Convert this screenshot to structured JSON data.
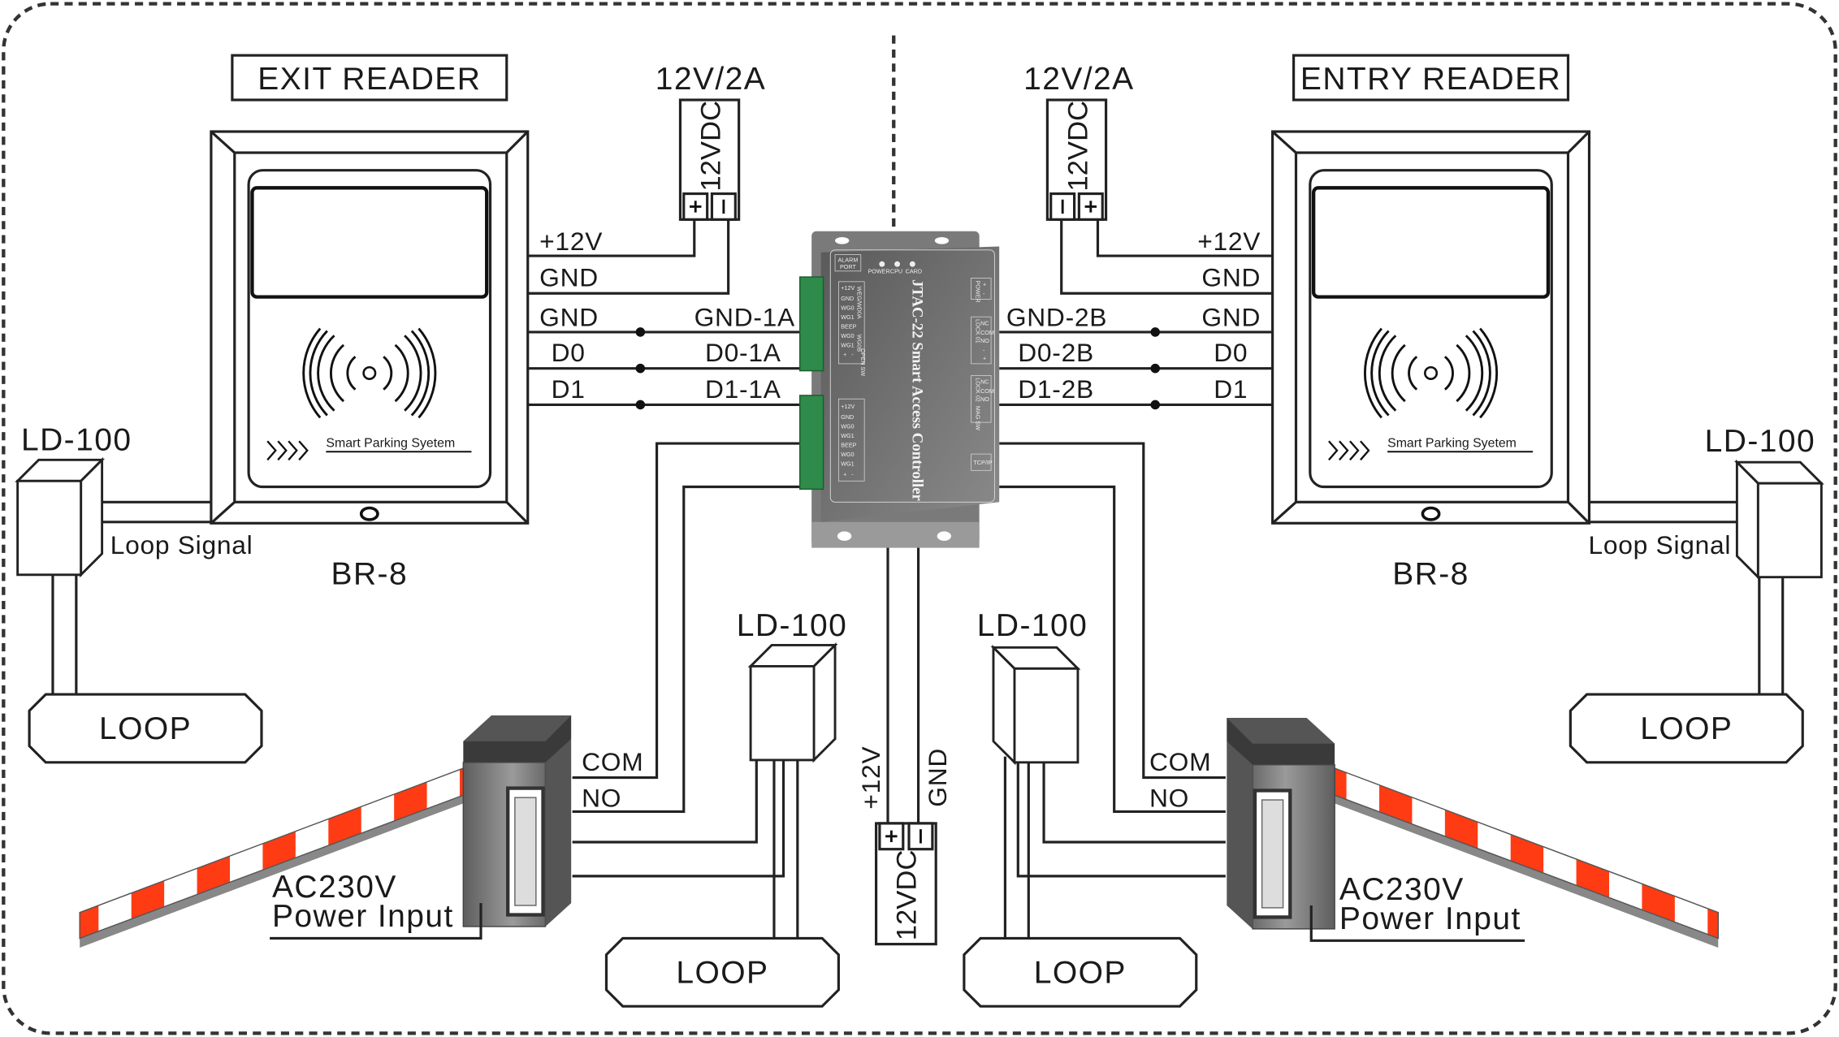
{
  "left": {
    "reader_title": "EXIT READER",
    "reader_model": "BR-8",
    "reader_brand": "Smart Parking Syetem",
    "psu_rating": "12V/2A",
    "psu_label": "12VDC",
    "reader_wires": [
      "+12V",
      "GND",
      "GND",
      "D0",
      "D1"
    ],
    "controller_wires": [
      "GND-1A",
      "D0-1A",
      "D1-1A"
    ],
    "detector_outer": "LD-100",
    "loop_signal": "Loop Signal",
    "loop_outer": "LOOP",
    "detector_inner": "LD-100",
    "loop_inner": "LOOP",
    "barrier_com": "COM",
    "barrier_no": "NO",
    "power_line1": "AC230V",
    "power_line2": "Power Input"
  },
  "right": {
    "reader_title": "ENTRY READER",
    "reader_model": "BR-8",
    "reader_brand": "Smart Parking Syetem",
    "psu_rating": "12V/2A",
    "psu_label": "12VDC",
    "reader_wires": [
      "+12V",
      "GND",
      "GND",
      "D0",
      "D1"
    ],
    "controller_wires": [
      "GND-2B",
      "D0-2B",
      "D1-2B"
    ],
    "detector_outer": "LD-100",
    "loop_signal": "Loop Signal",
    "loop_outer": "LOOP",
    "detector_inner": "LD-100",
    "loop_inner": "LOOP",
    "barrier_com": "COM",
    "barrier_no": "NO",
    "power_line1": "AC230V",
    "power_line2": "Power Input"
  },
  "center_psu": {
    "label": "12VDC",
    "plus": "+12V",
    "gnd": "GND"
  },
  "controller": {
    "title": "JTAC-22 Smart Access Controller",
    "alarm_port": [
      "ALARM",
      "PORT"
    ],
    "leds": [
      "POWER",
      "CPU",
      "CARD"
    ],
    "reader_a_pins": [
      "+12V",
      "GND",
      "WG0",
      "WG1",
      "BEEP"
    ],
    "reader_a_group": "WEG/WD0A",
    "reader_b_pins": [
      "WG0",
      "WG1"
    ],
    "reader_b_group": "WG0B",
    "open_pins": [
      "+",
      "-"
    ],
    "open_group": "OPEN SW",
    "power_label": "POWER",
    "power_pins": [
      "+",
      "-"
    ],
    "lock1_label": "LOCK 01",
    "lock2_label": "LOCK 02",
    "lock_pins": [
      "NC",
      "COM",
      "NO"
    ],
    "mag_label": "MAG SW",
    "mag_pins": [
      "-",
      "+"
    ],
    "tcpip": "TCP/IP"
  },
  "colors": {
    "controller_body": "#6b6b6b",
    "terminal_green": "#2e8b4a",
    "boom_red": "#ff3b14",
    "barrier_body": "#7a7a7a"
  }
}
